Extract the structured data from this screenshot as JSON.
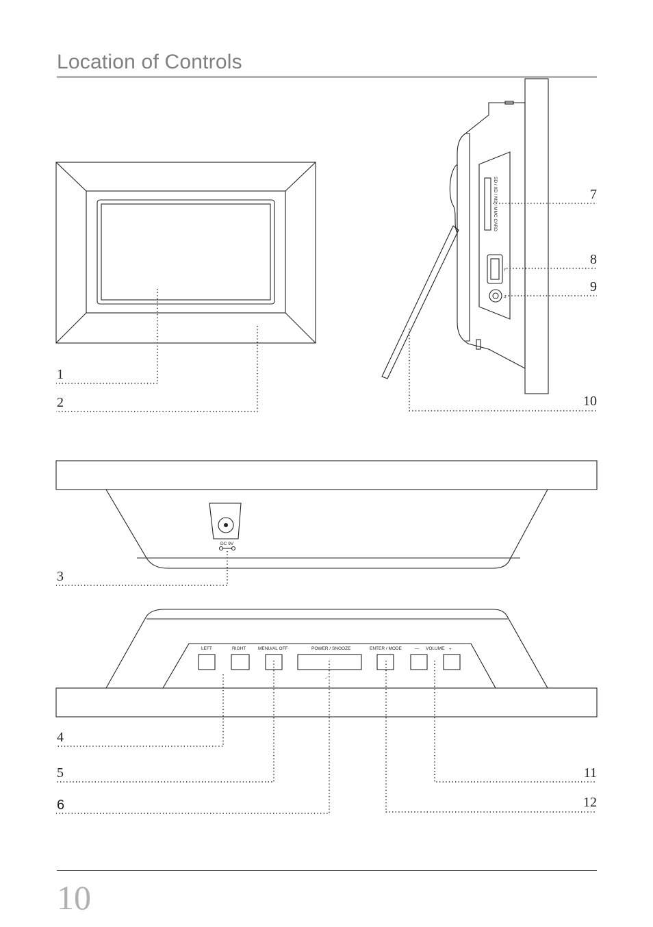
{
  "page": {
    "title": "Location of Controls",
    "page_number": "10"
  },
  "callouts": [
    "1",
    "2",
    "3",
    "4",
    "5",
    "6",
    "7",
    "8",
    "9",
    "10",
    "11",
    "12"
  ],
  "button_labels": {
    "left": "LEFT",
    "right": "RIGHT",
    "menu": "MENU/AL OFF",
    "power": "POWER / SNOOZE",
    "enter": "ENTER / MODE",
    "volume": "VOLUME",
    "vol_minus": "—",
    "vol_plus": "+"
  },
  "port_labels": {
    "dc": "DC 9V",
    "card": "SD / XD / MS / MMC CARD"
  },
  "colors": {
    "panel_gray": "#e8e8e8",
    "line": "#222222",
    "title_gray": "#808080"
  }
}
